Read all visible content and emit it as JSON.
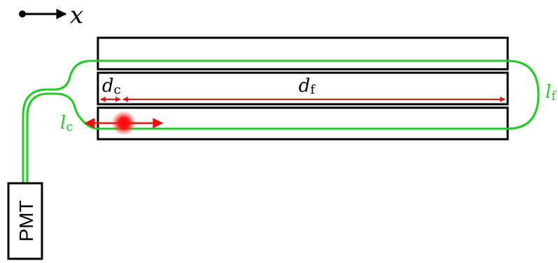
{
  "axis": {
    "label": "x"
  },
  "detector": {
    "label": "PMT"
  },
  "distances": {
    "d_c": {
      "symbol": "d",
      "subscript": "c"
    },
    "d_f": {
      "symbol": "d",
      "subscript": "f"
    }
  },
  "fiber_lengths": {
    "l_c": {
      "symbol": "l",
      "subscript": "c"
    },
    "l_f": {
      "symbol": "l",
      "subscript": "f"
    }
  },
  "colors": {
    "fiber": "#22cc22",
    "arrow": "#ee1111",
    "source": "#ff0000",
    "outline": "#000000"
  },
  "icons": {
    "source": "red-light-source-icon",
    "axis": "axis-arrow-icon"
  }
}
